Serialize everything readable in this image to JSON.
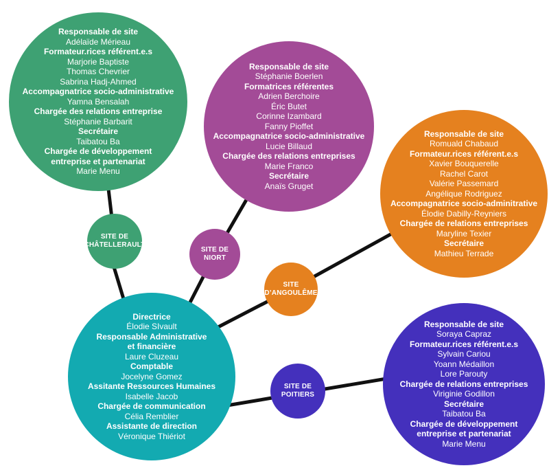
{
  "diagram": {
    "title": "Organigramme des sites",
    "connector_color": "#111111",
    "colors": {
      "green": "#3EA173",
      "purple": "#A34B97",
      "orange": "#E5811F",
      "teal": "#13AAB1",
      "blue": "#4430BC"
    },
    "nodes": [
      {
        "id": "team-chatellerault",
        "color": "#3EA173",
        "lines": [
          {
            "text": "Responsable de site",
            "bold": true
          },
          {
            "text": "Adélaïde Mérieau",
            "bold": false
          },
          {
            "text": "Formateur.rices référent.e.s",
            "bold": true
          },
          {
            "text": "Marjorie Baptiste",
            "bold": false
          },
          {
            "text": "Thomas Chevrier",
            "bold": false
          },
          {
            "text": "Sabrina Hadj-Ahmed",
            "bold": false
          },
          {
            "text": "Accompagnatrice socio-administrative",
            "bold": true
          },
          {
            "text": "Yamna Bensalah",
            "bold": false
          },
          {
            "text": "Chargée des relations entreprise",
            "bold": true
          },
          {
            "text": "Stéphanie Barbarit",
            "bold": false
          },
          {
            "text": "Secrétaire",
            "bold": true
          },
          {
            "text": "Taibatou Ba",
            "bold": false
          },
          {
            "text": "Chargée de développement",
            "bold": true
          },
          {
            "text": "entreprise et partenariat",
            "bold": true
          },
          {
            "text": "Marie Menu",
            "bold": false
          }
        ]
      },
      {
        "id": "team-niort",
        "color": "#A34B97",
        "lines": [
          {
            "text": "Responsable de site",
            "bold": true
          },
          {
            "text": "Stéphanie Boerlen",
            "bold": false
          },
          {
            "text": "Formatrices référentes",
            "bold": true
          },
          {
            "text": "Adrien Berchoire",
            "bold": false
          },
          {
            "text": "Éric Butet",
            "bold": false
          },
          {
            "text": "Corinne Izambard",
            "bold": false
          },
          {
            "text": "Fanny Pioffet",
            "bold": false
          },
          {
            "text": "Accompagnatrice socio-administrative",
            "bold": true
          },
          {
            "text": "Lucie Billaud",
            "bold": false
          },
          {
            "text": "Chargée des relations entreprises",
            "bold": true
          },
          {
            "text": "Marie Franco",
            "bold": false
          },
          {
            "text": "Secrétaire",
            "bold": true
          },
          {
            "text": "Anaïs Gruget",
            "bold": false
          }
        ]
      },
      {
        "id": "team-angouleme",
        "color": "#E5811F",
        "lines": [
          {
            "text": "Responsable de site",
            "bold": true
          },
          {
            "text": "Romuald Chabaud",
            "bold": false
          },
          {
            "text": "Formateur.rices référent.e.s",
            "bold": true
          },
          {
            "text": "Xavier Bouquerelle",
            "bold": false
          },
          {
            "text": "Rachel Carot",
            "bold": false
          },
          {
            "text": "Valérie Passemard",
            "bold": false
          },
          {
            "text": "Angélique Rodriguez",
            "bold": false
          },
          {
            "text": "Accompagnatrice socio-adminitrative",
            "bold": true
          },
          {
            "text": "Élodie Dabilly-Reyniers",
            "bold": false
          },
          {
            "text": "Chargée de relations entreprises",
            "bold": true
          },
          {
            "text": "Maryline Texier",
            "bold": false
          },
          {
            "text": "Secrétaire",
            "bold": true
          },
          {
            "text": "Mathieu Terrade",
            "bold": false
          }
        ]
      },
      {
        "id": "team-direction",
        "color": "#13AAB1",
        "lines": [
          {
            "text": "Directrice",
            "bold": true
          },
          {
            "text": "Élodie SIvault",
            "bold": false
          },
          {
            "text": "Responsable Administrative",
            "bold": true
          },
          {
            "text": "et financière",
            "bold": true
          },
          {
            "text": "Laure Cluzeau",
            "bold": false
          },
          {
            "text": "Comptable",
            "bold": true
          },
          {
            "text": "Jocelyne Gomez",
            "bold": false
          },
          {
            "text": "Assitante Ressources Humaines",
            "bold": true
          },
          {
            "text": "Isabelle Jacob",
            "bold": false
          },
          {
            "text": "Chargée de communication",
            "bold": true
          },
          {
            "text": "Célia Remblier",
            "bold": false
          },
          {
            "text": "Assistante de direction",
            "bold": true
          },
          {
            "text": "Véronique Thiériot",
            "bold": false
          }
        ]
      },
      {
        "id": "team-poitiers",
        "color": "#4430BC",
        "lines": [
          {
            "text": "Responsable de site",
            "bold": true
          },
          {
            "text": "Soraya Capraz",
            "bold": false
          },
          {
            "text": "Formateur.rices référent.e.s",
            "bold": true
          },
          {
            "text": "Sylvain Cariou",
            "bold": false
          },
          {
            "text": "Yoann Médaillon",
            "bold": false
          },
          {
            "text": "Lore Parouty",
            "bold": false
          },
          {
            "text": "Chargée de relations entreprises",
            "bold": true
          },
          {
            "text": "Viriginie Godillon",
            "bold": false
          },
          {
            "text": "Secrétaire",
            "bold": true
          },
          {
            "text": "Taibatou Ba",
            "bold": false
          },
          {
            "text": "Chargée de développement",
            "bold": true
          },
          {
            "text": "entreprise et partenariat",
            "bold": true
          },
          {
            "text": "Marie Menu",
            "bold": false
          }
        ]
      },
      {
        "id": "badge-chatellerault",
        "color": "#3EA173",
        "lines": [
          {
            "text": "SITE DE",
            "bold": true
          },
          {
            "text": "CHÂTELLERAULT",
            "bold": true
          }
        ]
      },
      {
        "id": "badge-niort",
        "color": "#A34B97",
        "lines": [
          {
            "text": "SITE DE",
            "bold": true
          },
          {
            "text": "NIORT",
            "bold": true
          }
        ]
      },
      {
        "id": "badge-angouleme",
        "color": "#E5811F",
        "lines": [
          {
            "text": "SITE",
            "bold": true
          },
          {
            "text": "D’ANGOULÊME",
            "bold": true
          }
        ]
      },
      {
        "id": "badge-poitiers",
        "color": "#4430BC",
        "lines": [
          {
            "text": "SITE DE",
            "bold": true
          },
          {
            "text": "POITIERS",
            "bold": true
          }
        ]
      }
    ]
  }
}
